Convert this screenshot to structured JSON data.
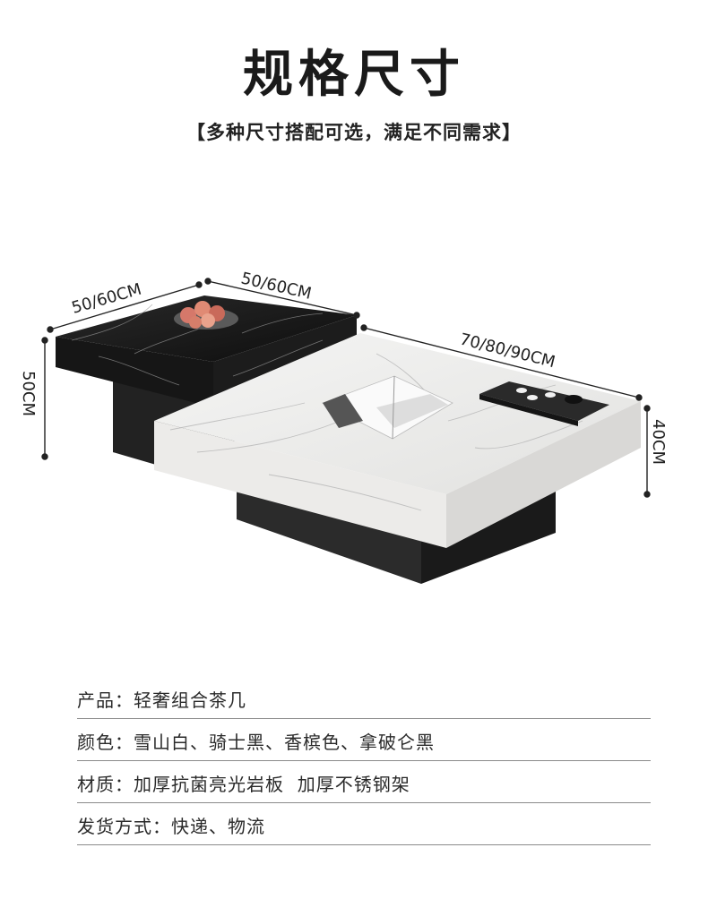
{
  "header": {
    "title": "规格尺寸",
    "subtitle": "【多种尺寸搭配可选，满足不同需求】"
  },
  "dimensions": {
    "top_left_width": "50/60CM",
    "top_left_depth": "50/60CM",
    "bottom_width": "70/80/90CM",
    "left_height": "50CM",
    "right_height": "40CM"
  },
  "specs": [
    {
      "label": "产品：",
      "value": "轻奢组合茶几"
    },
    {
      "label": "颜色：",
      "value": "雪山白、骑士黑、香槟色、拿破仑黑"
    },
    {
      "label": "材质：",
      "value": "加厚抗菌亮光岩板  加厚不锈钢架"
    },
    {
      "label": "发货方式：",
      "value": "快递、物流"
    }
  ]
}
